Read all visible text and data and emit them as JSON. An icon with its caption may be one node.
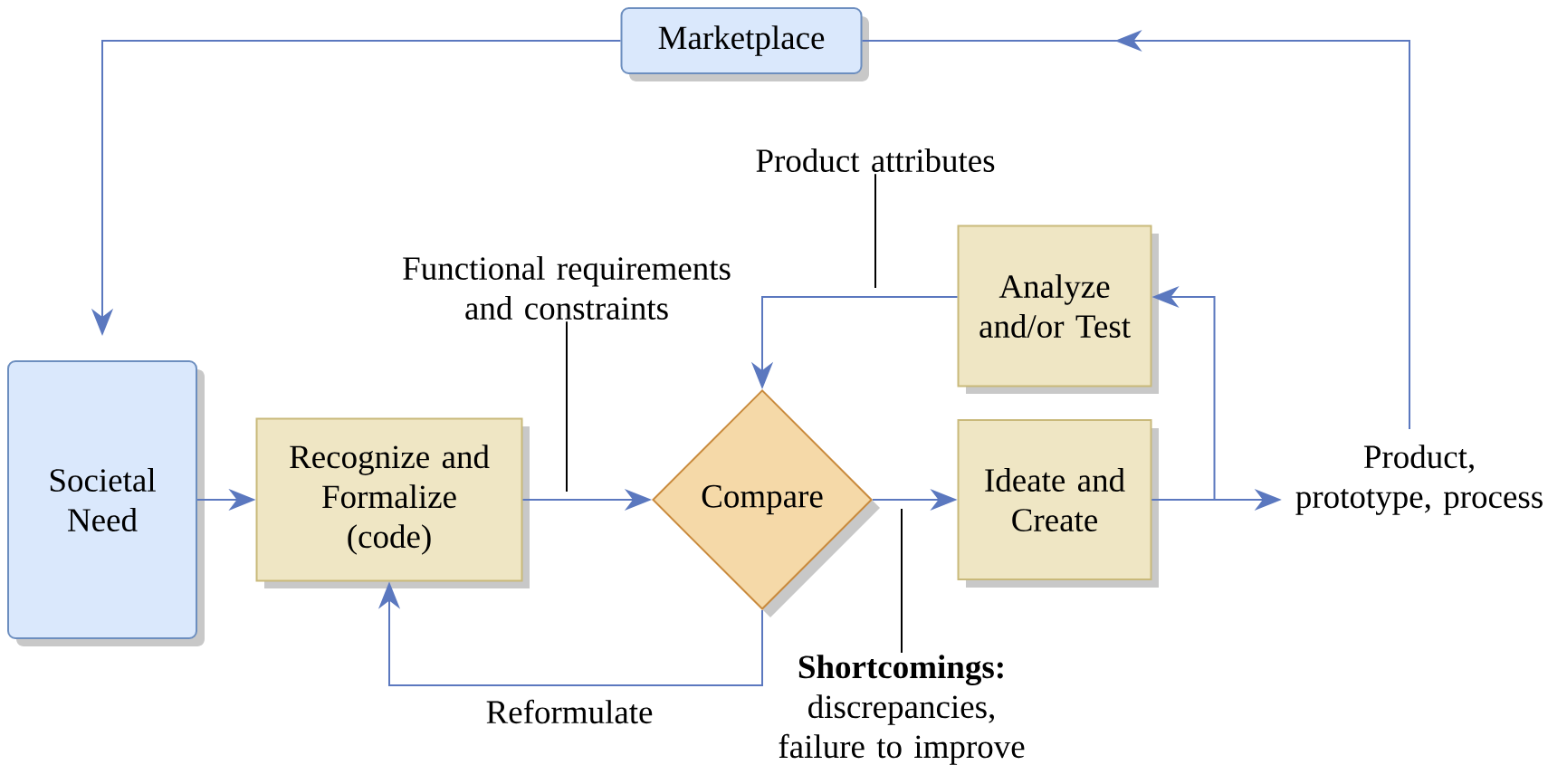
{
  "diagram": {
    "nodes": [
      {
        "text": [
          "Marketplace"
        ]
      },
      {
        "text": [
          "Societal Need"
        ]
      },
      {
        "text": [
          "Recognize and Formalize (code)"
        ]
      },
      {
        "text": [
          "Compare"
        ]
      },
      {
        "text": [
          "Analyze and/or Test"
        ]
      },
      {
        "text": [
          "Ideate and Create"
        ]
      },
      {
        "text": [
          "Product, prototype, process"
        ]
      },
      {
        "text": [
          "Functional requirements and constraints"
        ]
      },
      {
        "text": [
          "Product attributes"
        ]
      },
      {
        "text": [
          "**Shortcomings:** discrepancies, failure to improve"
        ]
      }
    ],
    "edges": [
      {
        "from": 0,
        "to": 1,
        "arrow": "to"
      },
      {
        "from": 6,
        "to": 0,
        "arrow": "to"
      },
      {
        "from": 1,
        "to": 2,
        "arrow": "to"
      },
      {
        "from": 2,
        "to": 3,
        "arrow": "to"
      },
      {
        "from": 3,
        "to": 5,
        "arrow": "to"
      },
      {
        "from": 5,
        "to": 6,
        "arrow": "to"
      },
      {
        "from": 5,
        "to": 4,
        "arrow": "to"
      },
      {
        "from": 4,
        "to": 3,
        "arrow": "to"
      },
      {
        "from": 3,
        "to": 2,
        "arrow": "to",
        "label": "Reformulate"
      },
      {
        "from": 7,
        "to": null,
        "arrow": "none",
        "color": "#000000"
      },
      {
        "from": 8,
        "to": null,
        "arrow": "none",
        "color": "#000000"
      },
      {
        "from": 9,
        "to": null,
        "arrow": "none",
        "color": "#000000"
      }
    ]
  }
}
